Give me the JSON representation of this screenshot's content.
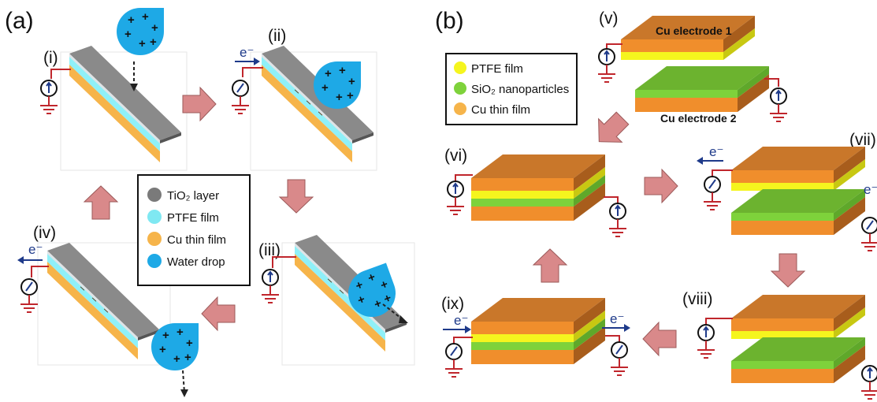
{
  "panels": {
    "a": "(a)",
    "b": "(b)"
  },
  "steps": {
    "i": "(i)",
    "ii": "(ii)",
    "iii": "(iii)",
    "iv": "(iv)",
    "v": "(v)",
    "vi": "(vi)",
    "vii": "(vii)",
    "viii": "(viii)",
    "ix": "(ix)"
  },
  "electron": "e⁻",
  "legend_a": [
    {
      "label": "TiO₂ layer",
      "color": "#7a7a7a"
    },
    {
      "label": "PTFE film",
      "color": "#7fe8f2"
    },
    {
      "label": "Cu thin film",
      "color": "#f6b44a"
    },
    {
      "label": "Water drop",
      "color": "#1ea9e6"
    }
  ],
  "legend_b": [
    {
      "label": "PTFE film",
      "color": "#f5f51e"
    },
    {
      "label": "SiO₂ nanoparticles",
      "color": "#7ed23b"
    },
    {
      "label": "Cu thin film",
      "color": "#f6b44a"
    }
  ],
  "electrodes": {
    "top": "Cu electrode 1",
    "bottom": "Cu electrode 2"
  }
}
